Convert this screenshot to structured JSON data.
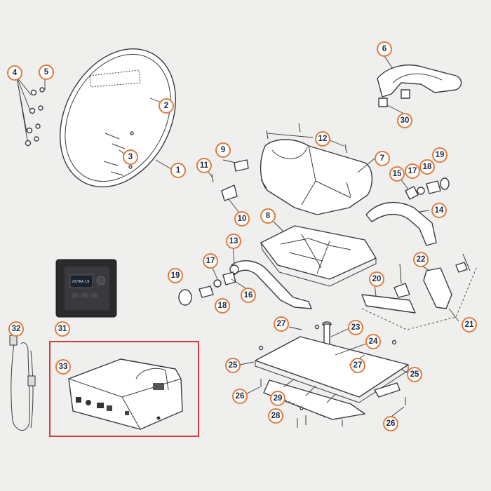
{
  "colors": {
    "background": "#efefed",
    "callout_ring": "#e07a3c",
    "callout_text": "#1e2a44",
    "highlight_box": "#d9252a",
    "controller": "#2b2b2d"
  },
  "controller_display_text": "ASTRA 19",
  "callouts": [
    {
      "id": "c1",
      "label": "1"
    },
    {
      "id": "c2",
      "label": "2"
    },
    {
      "id": "c3",
      "label": "3"
    },
    {
      "id": "c4",
      "label": "4"
    },
    {
      "id": "c5",
      "label": "5"
    },
    {
      "id": "c6",
      "label": "6"
    },
    {
      "id": "c7",
      "label": "7"
    },
    {
      "id": "c8",
      "label": "8"
    },
    {
      "id": "c9",
      "label": "9"
    },
    {
      "id": "c10",
      "label": "10"
    },
    {
      "id": "c11",
      "label": "11"
    },
    {
      "id": "c12",
      "label": "12"
    },
    {
      "id": "c13",
      "label": "13"
    },
    {
      "id": "c14",
      "label": "14"
    },
    {
      "id": "c15",
      "label": "15"
    },
    {
      "id": "c16",
      "label": "16"
    },
    {
      "id": "c17a",
      "label": "17"
    },
    {
      "id": "c17b",
      "label": "17"
    },
    {
      "id": "c18a",
      "label": "18"
    },
    {
      "id": "c18b",
      "label": "18"
    },
    {
      "id": "c19a",
      "label": "19"
    },
    {
      "id": "c19b",
      "label": "19"
    },
    {
      "id": "c20",
      "label": "20"
    },
    {
      "id": "c21",
      "label": "21"
    },
    {
      "id": "c22",
      "label": "22"
    },
    {
      "id": "c23",
      "label": "23"
    },
    {
      "id": "c24",
      "label": "24"
    },
    {
      "id": "c25a",
      "label": "25"
    },
    {
      "id": "c25b",
      "label": "25"
    },
    {
      "id": "c26a",
      "label": "26"
    },
    {
      "id": "c26b",
      "label": "26"
    },
    {
      "id": "c27a",
      "label": "27"
    },
    {
      "id": "c27b",
      "label": "27"
    },
    {
      "id": "c28",
      "label": "28"
    },
    {
      "id": "c29",
      "label": "29"
    },
    {
      "id": "c30",
      "label": "30"
    },
    {
      "id": "c31",
      "label": "31"
    },
    {
      "id": "c32",
      "label": "32"
    },
    {
      "id": "c33",
      "label": "33"
    }
  ]
}
